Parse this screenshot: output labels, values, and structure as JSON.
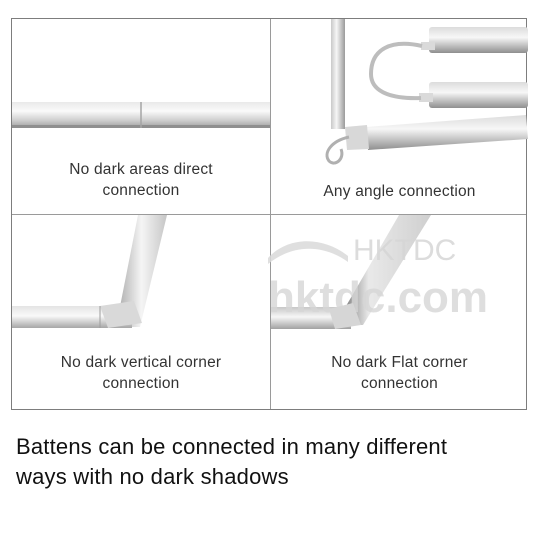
{
  "panels": [
    {
      "caption_line1": "No dark areas direct",
      "caption_line2": "connection"
    },
    {
      "caption_line1": "Any angle connection",
      "caption_line2": ""
    },
    {
      "caption_line1": "No dark vertical corner",
      "caption_line2": "connection"
    },
    {
      "caption_line1": "No dark Flat corner",
      "caption_line2": "connection"
    }
  ],
  "footer": {
    "line1": "Battens can be connected in many different",
    "line2": "ways with no dark shadows"
  },
  "watermark": {
    "brand": "HKTDC",
    "domain": "hktdc.com"
  }
}
